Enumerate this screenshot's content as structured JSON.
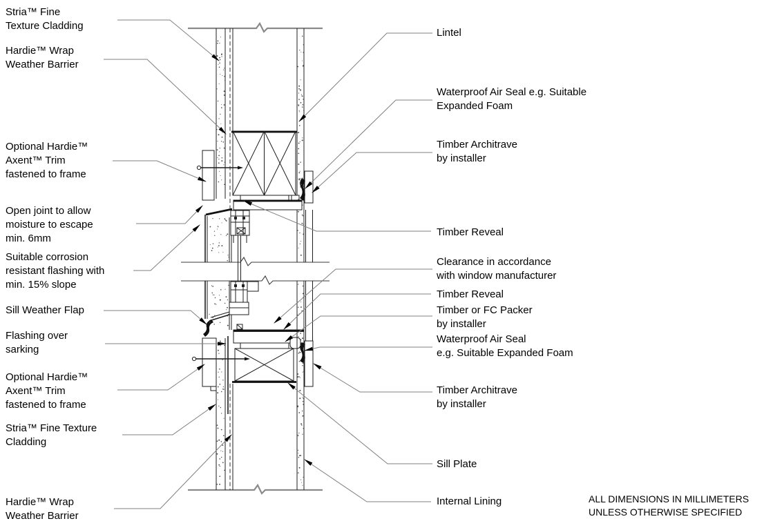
{
  "diagram": {
    "callouts": {
      "left": [
        {
          "id": "stria-cladding-top",
          "text": "Stria™ Fine\nTexture  Cladding"
        },
        {
          "id": "hardie-wrap-top",
          "text": "Hardie™ Wrap\nWeather Barrier"
        },
        {
          "id": "axent-trim-top",
          "text": "Optional Hardie™\nAxent™ Trim\nfastened to frame"
        },
        {
          "id": "open-joint",
          "text": "Open joint to allow\nmoisture to escape\nmin. 6mm"
        },
        {
          "id": "corrosion-flashing",
          "text": "Suitable corrosion\nresistant flashing with\nmin. 15% slope"
        },
        {
          "id": "sill-weather-flap",
          "text": "Sill Weather Flap"
        },
        {
          "id": "flashing-over-sarking",
          "text": "Flashing over\nsarking"
        },
        {
          "id": "axent-trim-bottom",
          "text": "Optional Hardie™\nAxent™ Trim\nfastened to frame"
        },
        {
          "id": "stria-cladding-bottom",
          "text": "Stria™ Fine Texture\nCladding"
        },
        {
          "id": "hardie-wrap-bottom",
          "text": "Hardie™ Wrap\nWeather Barrier"
        }
      ],
      "right": [
        {
          "id": "lintel",
          "text": "Lintel"
        },
        {
          "id": "waterproof-seal-top",
          "text": "Waterproof Air Seal e.g. Suitable\nExpanded Foam"
        },
        {
          "id": "timber-architrave-top",
          "text": "Timber Architrave\nby installer"
        },
        {
          "id": "timber-reveal-top",
          "text": "Timber Reveal"
        },
        {
          "id": "clearance",
          "text": "Clearance in accordance\nwith window manufacturer"
        },
        {
          "id": "timber-reveal-bottom",
          "text": "Timber Reveal"
        },
        {
          "id": "fc-packer",
          "text": "Timber or FC Packer\nby installer"
        },
        {
          "id": "waterproof-seal-bottom",
          "text": "Waterproof Air Seal\ne.g. Suitable Expanded Foam"
        },
        {
          "id": "timber-architrave-bottom",
          "text": "Timber Architrave\nby installer"
        },
        {
          "id": "sill-plate",
          "text": "Sill Plate"
        },
        {
          "id": "internal-lining",
          "text": "Internal Lining"
        }
      ]
    },
    "footnote": "ALL DIMENSIONS IN MILLIMETERS\nUNLESS OTHERWISE SPECIFIED",
    "colors": {
      "line": "#1c1c1c",
      "leader": "#7f7f7f",
      "background": "#ffffff",
      "text": "#000000"
    }
  }
}
